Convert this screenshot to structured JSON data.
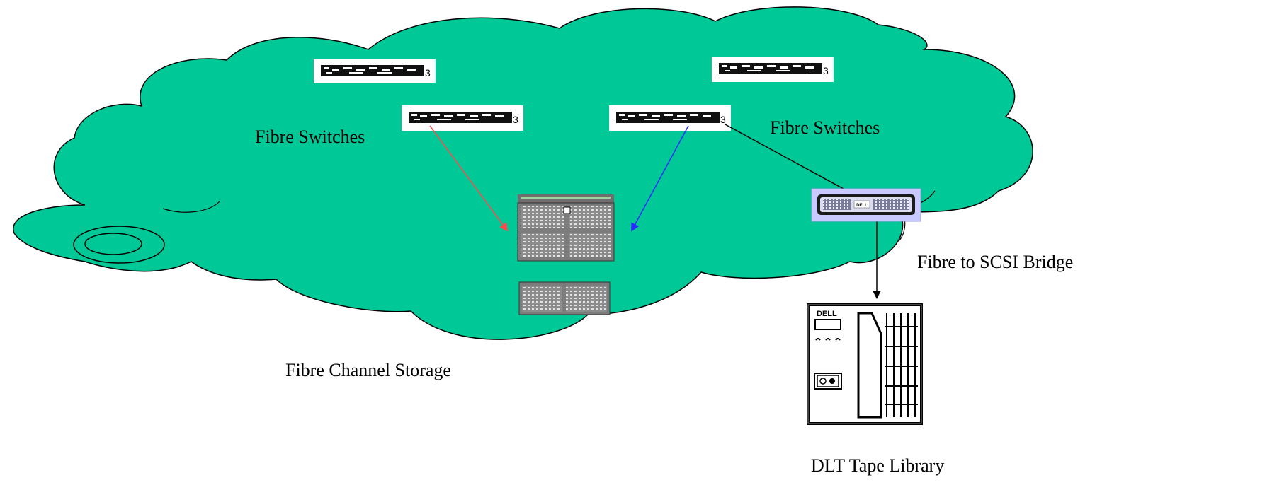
{
  "colors": {
    "cloud_fill": "#00c896",
    "cloud_stroke": "#000000",
    "red_link": "#ff4b4b",
    "blue_link": "#2a2aff",
    "black_link": "#000000",
    "device_grey": "#9a9a9a",
    "bridge_frame": "#c9c9ff"
  },
  "labels": {
    "fibre_switches_left": "Fibre Switches",
    "fibre_switches_right": "Fibre Switches",
    "fibre_to_scsi_bridge": "Fibre to SCSI Bridge",
    "fibre_channel_storage": "Fibre Channel Storage",
    "dlt_tape_library": "DLT Tape Library",
    "switch_suffix": "3",
    "tape_brand": "DELL",
    "bridge_brand": "DELL"
  },
  "icons": {
    "switch": "fibre-switch-icon",
    "storage": "storage-array-icon",
    "bridge": "scsi-bridge-icon",
    "tape": "tape-library-icon"
  }
}
